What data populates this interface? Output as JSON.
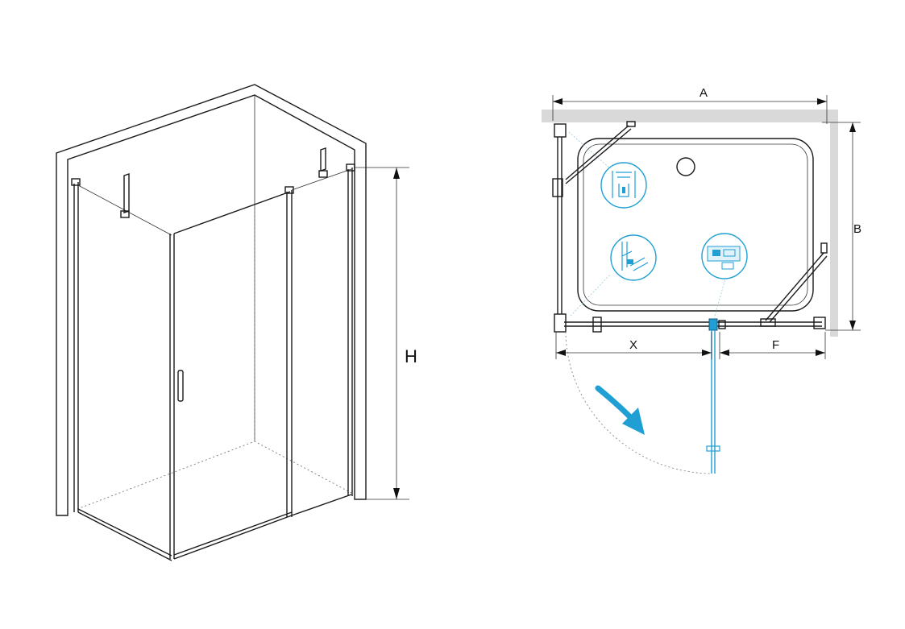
{
  "perspective_view": {
    "height_label": "H"
  },
  "plan_view": {
    "width_label": "A",
    "depth_label": "B",
    "offset_label": "X",
    "fixed_panel_label": "F"
  },
  "colors": {
    "line": "#1a1a1a",
    "wall_fill": "#d9d9d9",
    "accent": "#1f9fd4"
  }
}
